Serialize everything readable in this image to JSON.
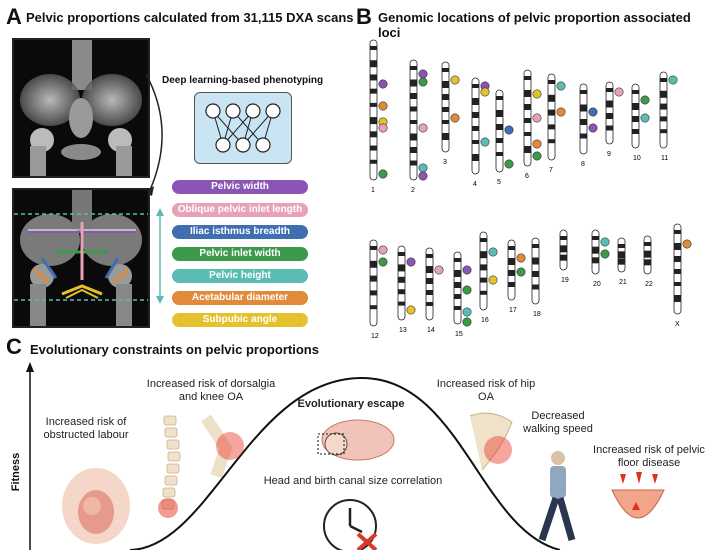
{
  "panel_a": {
    "letter": "A",
    "title": "Pelvic proportions calculated from 31,115 DXA scans",
    "nn_label": "Deep learning-based phenotyping",
    "pills": [
      {
        "label": "Pelvic width",
        "color": "#8a55b5"
      },
      {
        "label": "Oblique pelvic inlet length",
        "color": "#e6a3b8"
      },
      {
        "label": "Iliac isthmus breadth",
        "color": "#3f6fb0"
      },
      {
        "label": "Pelvic inlet width",
        "color": "#3c9a4a"
      },
      {
        "label": "Pelvic height",
        "color": "#5bbcb4"
      },
      {
        "label": "Acetabular diameter",
        "color": "#e08a3a"
      },
      {
        "label": "Subpubic angle",
        "color": "#e6c12e"
      }
    ]
  },
  "panel_b": {
    "letter": "B",
    "title": "Genomic locations of pelvic proportion associated loci",
    "chromosomes": [
      "1",
      "2",
      "3",
      "4",
      "5",
      "6",
      "7",
      "8",
      "9",
      "10",
      "11",
      "12",
      "13",
      "14",
      "15",
      "16",
      "17",
      "18",
      "19",
      "20",
      "21",
      "22",
      "X"
    ]
  },
  "panel_c": {
    "letter": "C",
    "title": "Evolutionary constraints on pelvic proportions",
    "y_axis": "Fitness",
    "labels": {
      "obstructed": "Increased risk of obstructed labour",
      "dorsalgia": "Increased risk of dorsalgia and knee OA",
      "escape": "Evolutionary escape",
      "correlation": "Head and birth canal size correlation",
      "hip": "Increased risk of hip OA",
      "walking": "Decreased walking speed",
      "pelvic_floor": "Increased risk of pelvic floor disease"
    }
  }
}
